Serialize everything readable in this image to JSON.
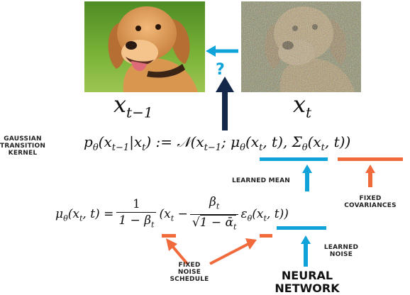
{
  "images": {
    "clean": {
      "label": "x_{t-1}",
      "desc_icon": "dog-photo-icon"
    },
    "noisy": {
      "label": "x_t",
      "desc_icon": "noisy-dog-photo-icon"
    }
  },
  "question_mark": "?",
  "labels": {
    "gaussian": [
      "GAUSSIAN",
      "TRANSITION",
      "KERNEL"
    ],
    "learned_mean": "LEARNED MEAN",
    "fixed_covariances": [
      "FIXED",
      "COVARIANCES"
    ],
    "learned_noise": [
      "LEARNED",
      "NOISE"
    ],
    "fixed_noise_schedule": [
      "FIXED",
      "NOISE",
      "SCHEDULE"
    ],
    "neural_network": [
      "NEURAL",
      "NETWORK"
    ]
  },
  "equations": {
    "kernel_lhs": "pθ(xt−1|xt) := ",
    "kernel_N": "N",
    "kernel_args": "(xt−1; μθ(xt, t), Σθ(xt, t))",
    "mean_lhs": "μθ(xt, t) = ",
    "mean_num": "1",
    "mean_den": "1 − βt",
    "mean_paren": "(xt − ",
    "beta_num": "βt",
    "beta_den": "√1 − ᾱt",
    "eps": "εθ(xt, t))"
  },
  "colors": {
    "blue": "#0fa3d9",
    "orange": "#f06a3b",
    "navy": "#14294a"
  }
}
